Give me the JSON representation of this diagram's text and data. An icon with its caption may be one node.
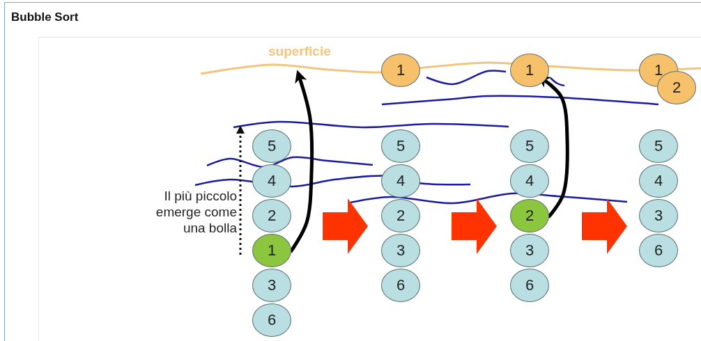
{
  "diagram": {
    "title": "Bubble Sort",
    "nodes": [
      {
        "text": [
          "5"
        ]
      },
      {
        "text": [
          "4"
        ]
      },
      {
        "text": [
          "2"
        ]
      },
      {
        "text": [
          "1"
        ]
      },
      {
        "text": [
          "3"
        ]
      },
      {
        "text": [
          "6"
        ]
      },
      {
        "text": [
          "1"
        ]
      },
      {
        "text": [
          "5"
        ]
      },
      {
        "text": [
          "4"
        ]
      },
      {
        "text": [
          "2"
        ]
      },
      {
        "text": [
          "3"
        ]
      },
      {
        "text": [
          "6"
        ]
      },
      {
        "text": [
          "1"
        ]
      },
      {
        "text": [
          "5"
        ]
      },
      {
        "text": [
          "4"
        ]
      },
      {
        "text": [
          "2"
        ]
      },
      {
        "text": [
          "3"
        ]
      },
      {
        "text": [
          "6"
        ]
      },
      {
        "text": [
          "1"
        ]
      },
      {
        "text": [
          "2"
        ]
      },
      {
        "text": [
          "5"
        ]
      },
      {
        "text": [
          "4"
        ]
      },
      {
        "text": [
          "3"
        ]
      },
      {
        "text": [
          "6"
        ]
      }
    ],
    "edges": [
      {
        "from": 3,
        "to": null,
        "arrow": "to"
      },
      {
        "from": 15,
        "to": 12,
        "arrow": "to"
      }
    ],
    "labels": [
      "superficie",
      "Il più piccolo emerge come una bolla"
    ]
  }
}
